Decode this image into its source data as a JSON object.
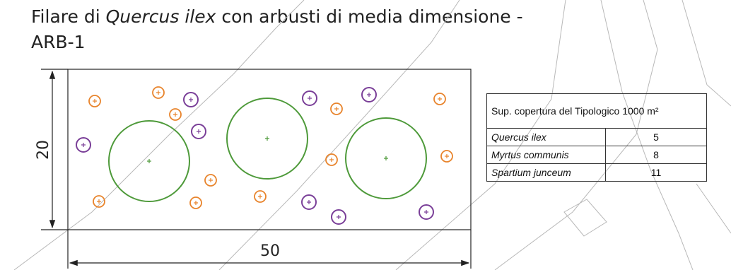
{
  "title": {
    "prefix": "Filare di ",
    "species": "Quercus ilex",
    "suffix": " con arbusti di media dimensione -",
    "line2": "ARB-1"
  },
  "dimensions": {
    "height_label": "20",
    "width_label": "50"
  },
  "legend": {
    "header": "Sup. copertura del Tipologico  1000 m²",
    "rows": [
      {
        "species": "Quercus ilex",
        "count": "5"
      },
      {
        "species": "Myrtus communis",
        "count": "8"
      },
      {
        "species": "Spartium junceum",
        "count": "11"
      }
    ]
  },
  "colors": {
    "quercus": "#4e9a3a",
    "myrtus": "#7a3f98",
    "spartium": "#e8842c",
    "lines": "#222222",
    "background_lines": "#b8b8b8"
  }
}
